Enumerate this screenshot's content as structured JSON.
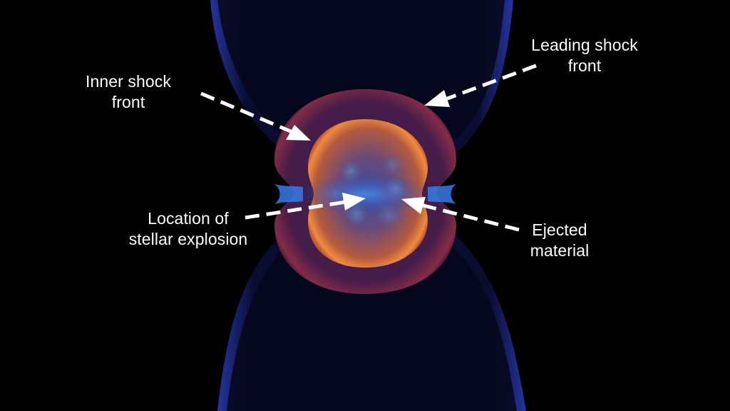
{
  "diagram": {
    "subject": "Simulated stellar explosion with shock fronts",
    "colors": {
      "background": "#000000",
      "outer_lobe": "#1a2a8a",
      "leading_shock": "#7a2a4a",
      "inner_shock": "#e0783a",
      "ejecta": "#3a78d8",
      "annotation": "#ffffff"
    },
    "labels": {
      "inner_shock": {
        "line1": "Inner shock",
        "line2": "front"
      },
      "leading_shock": {
        "line1": "Leading shock",
        "line2": "front"
      },
      "explosion_location": {
        "line1": "Location of",
        "line2": "stellar explosion"
      },
      "ejected_material": {
        "line1": "Ejected",
        "line2": "material"
      }
    }
  }
}
